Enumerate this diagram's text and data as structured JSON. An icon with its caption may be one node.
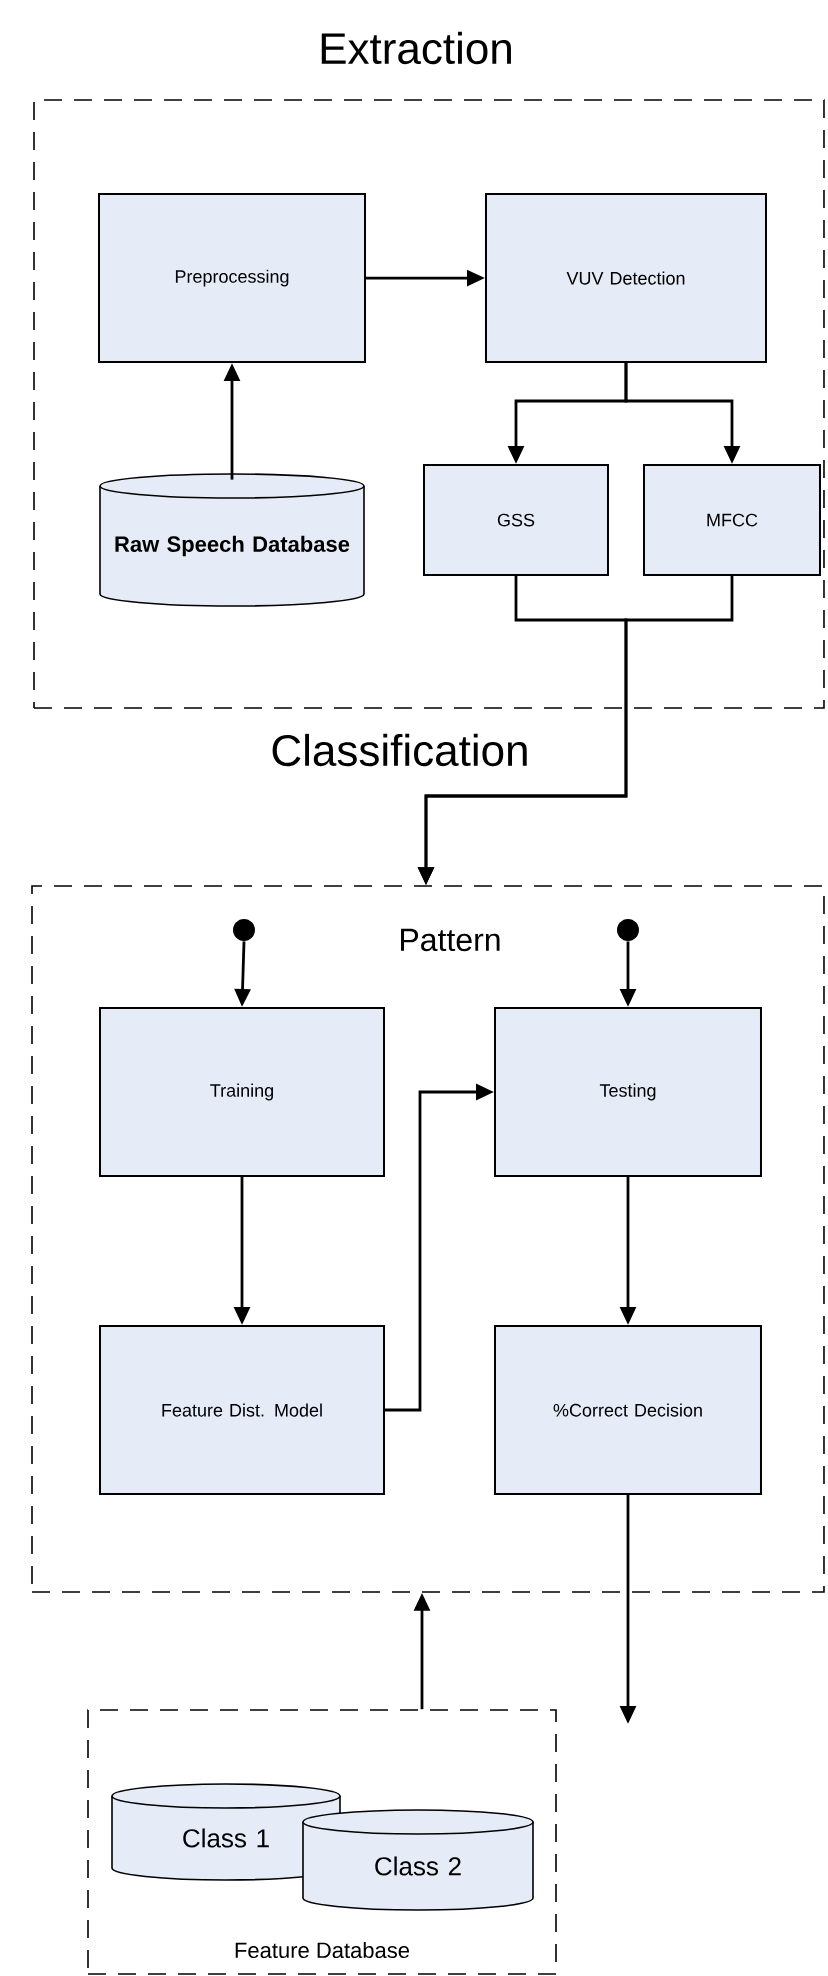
{
  "diagram": {
    "nodes": [
      {
        "text": [
          "Extraction"
        ]
      },
      {
        "text": [
          "Preprocessing"
        ],
        "in": 0
      },
      {
        "text": [
          "VUV Detection"
        ],
        "in": 0
      },
      {
        "text": [
          "Raw Speech Database"
        ],
        "in": 0
      },
      {
        "text": [
          "GSS"
        ],
        "in": 0
      },
      {
        "text": [
          "MFCC"
        ],
        "in": 0
      },
      {
        "text": [
          "Classification",
          "Pattern"
        ]
      },
      {
        "text": [],
        "shape": "circle",
        "in": 6
      },
      {
        "text": [],
        "shape": "circle",
        "in": 6
      },
      {
        "text": [
          "Training"
        ],
        "in": 6
      },
      {
        "text": [
          "Testing"
        ],
        "in": 6
      },
      {
        "text": [
          "Feature Dist. Model"
        ],
        "in": 6
      },
      {
        "text": [
          "%Correct Decision"
        ],
        "in": 6
      },
      {
        "text": [
          "Feature Database"
        ]
      },
      {
        "text": [
          "Class 1"
        ],
        "in": 13
      },
      {
        "text": [
          "Class 2"
        ],
        "in": 13
      }
    ],
    "edges": [
      {
        "from": 3,
        "to": 1,
        "arrow": "to"
      },
      {
        "from": 1,
        "to": 2,
        "arrow": "to"
      },
      {
        "from": 2,
        "to": 4,
        "arrow": "to"
      },
      {
        "from": 2,
        "to": 5,
        "arrow": "to"
      },
      {
        "from": 4,
        "to": 6,
        "arrow": "to"
      },
      {
        "from": 5,
        "to": 6,
        "arrow": "to"
      },
      {
        "from": 7,
        "to": 9,
        "arrow": "to"
      },
      {
        "from": 8,
        "to": 10,
        "arrow": "to"
      },
      {
        "from": 9,
        "to": 11,
        "arrow": "to"
      },
      {
        "from": 11,
        "to": 10,
        "arrow": "to"
      },
      {
        "from": 10,
        "to": 12,
        "arrow": "to"
      },
      {
        "from": 12,
        "to": null,
        "arrow": "to"
      },
      {
        "from": 13,
        "to": 6,
        "arrow": "to"
      }
    ]
  }
}
